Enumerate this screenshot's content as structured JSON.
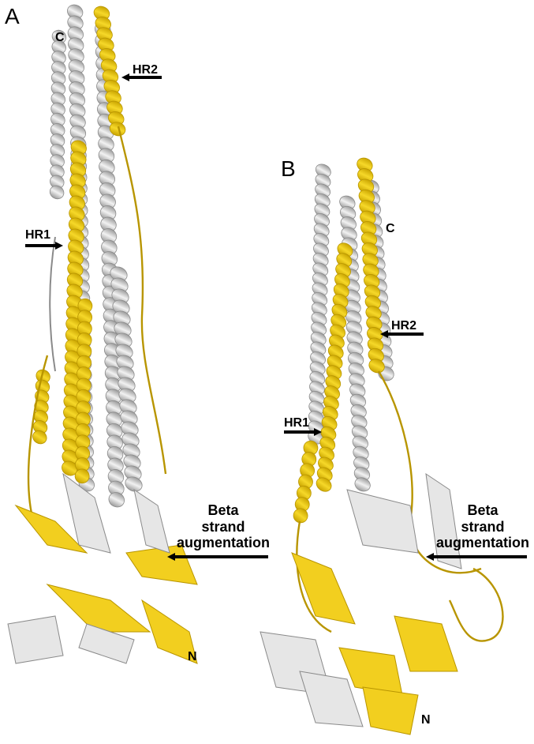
{
  "figure": {
    "panels": [
      {
        "letter": "A",
        "labels": {
          "c_terminus": "C",
          "hr2": "HR2",
          "hr1": "HR1",
          "bsa_line1": "Beta",
          "bsa_line2": "strand",
          "bsa_line3": "augmentation",
          "n_terminus": "N"
        }
      },
      {
        "letter": "B",
        "labels": {
          "c_terminus": "C",
          "hr2": "HR2",
          "hr1": "HR1",
          "bsa_line1": "Beta",
          "bsa_line2": "strand",
          "bsa_line3": "augmentation",
          "n_terminus": "N"
        }
      }
    ],
    "colors": {
      "highlight_chain": "#f2cf1f",
      "highlight_chain_dark": "#b89500",
      "other_chains": "#e6e6e6",
      "other_chains_shade": "#8a8a8a",
      "background": "#ffffff"
    }
  }
}
